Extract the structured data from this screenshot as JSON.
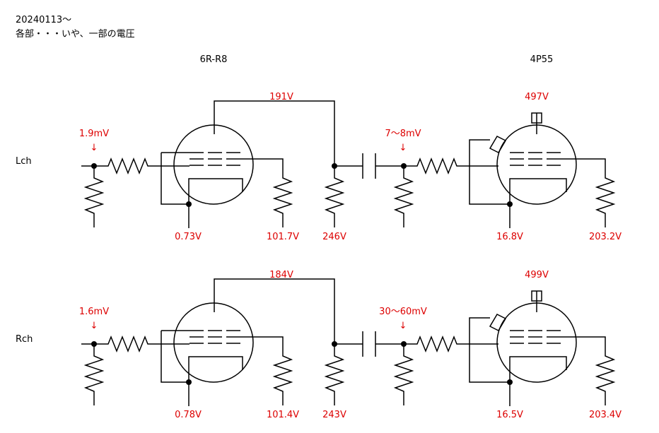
{
  "header": {
    "date": "20240113〜",
    "subtitle": "各部・・・いや、一部の電圧"
  },
  "tubes": {
    "first": "6R-R8",
    "second": "4P55"
  },
  "colors": {
    "wire": "#000000",
    "annotation": "#dd0000",
    "background": "#ffffff"
  },
  "channels": [
    {
      "name": "Lch",
      "input": "1.9mV",
      "first_cathode": "0.73V",
      "first_plate": "191V",
      "first_screen_resistor": "101.7V",
      "plate_load": "246V",
      "grid_input": "7〜8mV",
      "second_plate": "497V",
      "second_cathode": "16.8V",
      "second_screen_resistor": "203.2V"
    },
    {
      "name": "Rch",
      "input": "1.6mV",
      "first_cathode": "0.78V",
      "first_plate": "184V",
      "first_screen_resistor": "101.4V",
      "plate_load": "243V",
      "grid_input": "30〜60mV",
      "second_plate": "499V",
      "second_cathode": "16.5V",
      "second_screen_resistor": "203.4V"
    }
  ],
  "arrow_glyph": "↓"
}
